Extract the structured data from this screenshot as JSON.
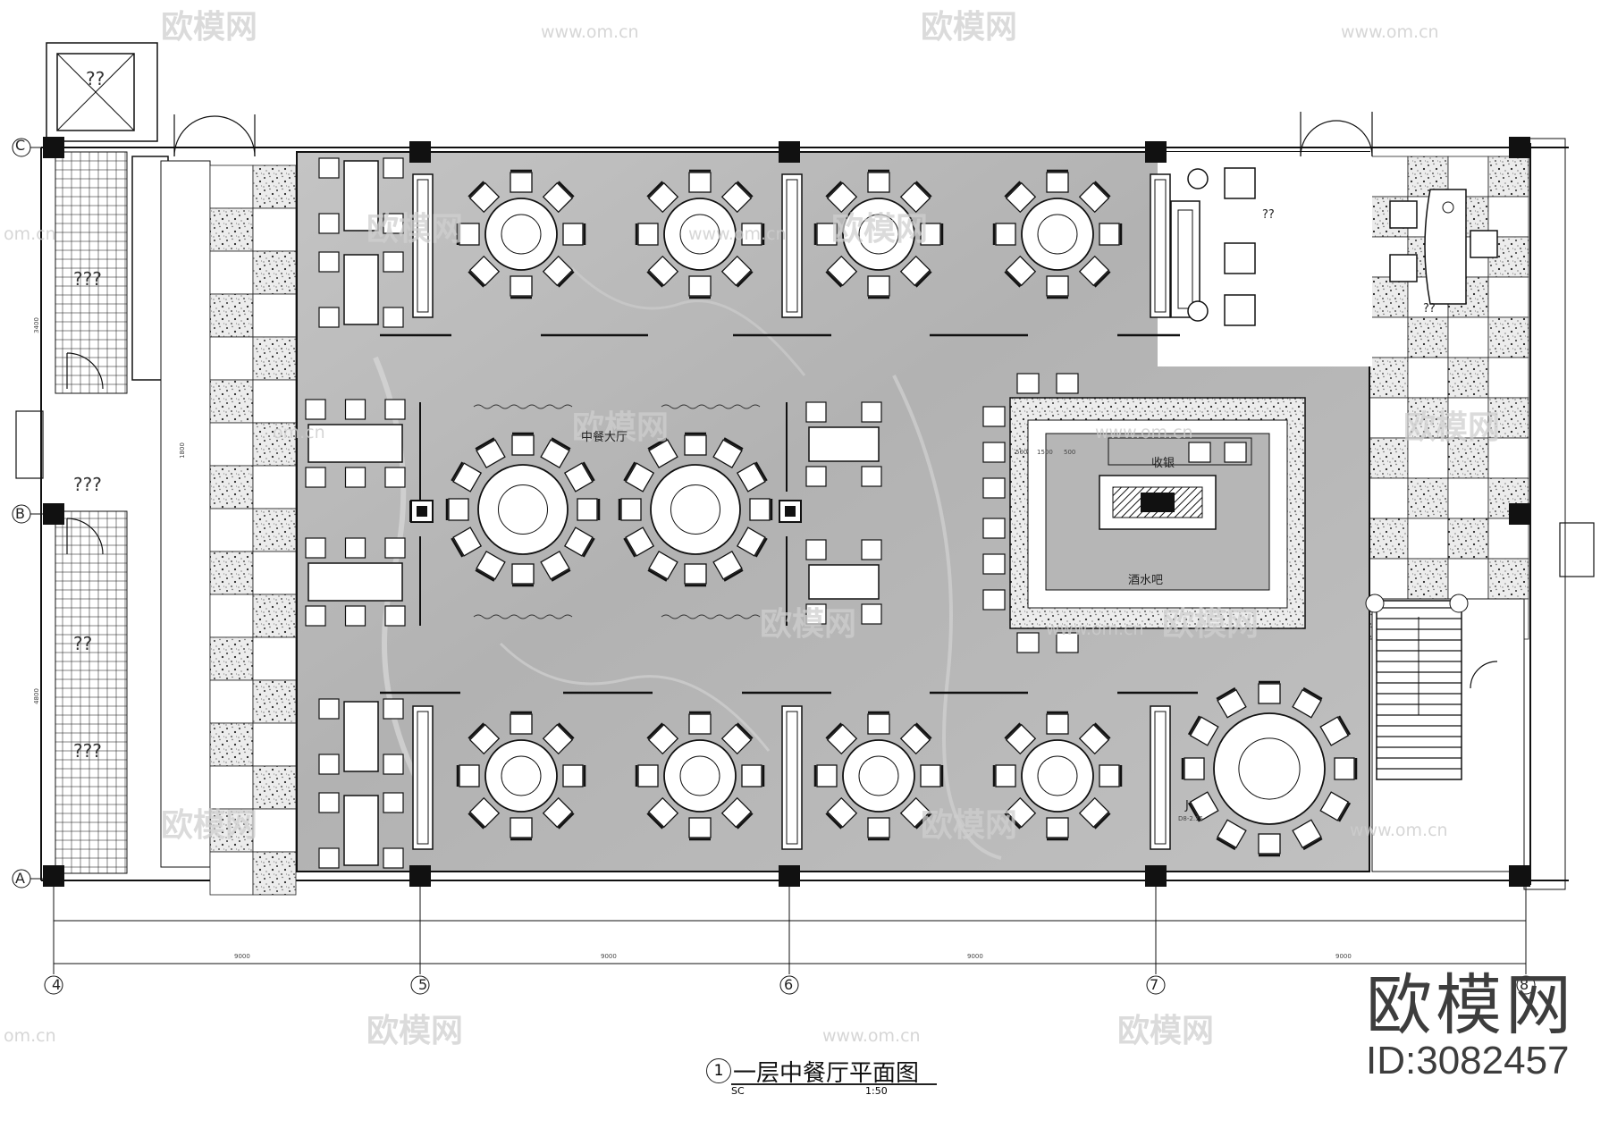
{
  "drawing": {
    "title": "一层中餐厅平面图",
    "number": "1",
    "sheet": "SC",
    "scale": "1:50"
  },
  "brand": {
    "name": "欧模网",
    "id": "ID:3082457",
    "watermark_text": "欧模网",
    "watermark_url": "www.om.cn",
    "watermark_short": "om.cn"
  },
  "axes": {
    "rows": [
      "C",
      "B",
      "A"
    ],
    "cols": [
      "4",
      "5",
      "6",
      "7",
      "8"
    ]
  },
  "rooms": {
    "hall": "中餐大厅",
    "cashier": "收银",
    "bar": "酒水吧",
    "unknown_top_left": "??",
    "unknown_left_1": "???",
    "unknown_left_2": "???",
    "unknown_left_3": "??",
    "unknown_left_4": "???",
    "unknown_right_1": "??",
    "unknown_right_2": "??",
    "index_tag": "J",
    "index_ref": "D8-2.15"
  },
  "dimensions": {
    "bottom": [
      "9000",
      "9000",
      "9000",
      "9000"
    ],
    "left": [
      "3400",
      "1800",
      "4800"
    ],
    "bar": [
      "500",
      "1500",
      "500"
    ]
  },
  "colors": {
    "line": "#111111",
    "marble": "#b9b9b9",
    "terrazzo": "#d8d8d8",
    "watermark": "#c9c9c9"
  }
}
